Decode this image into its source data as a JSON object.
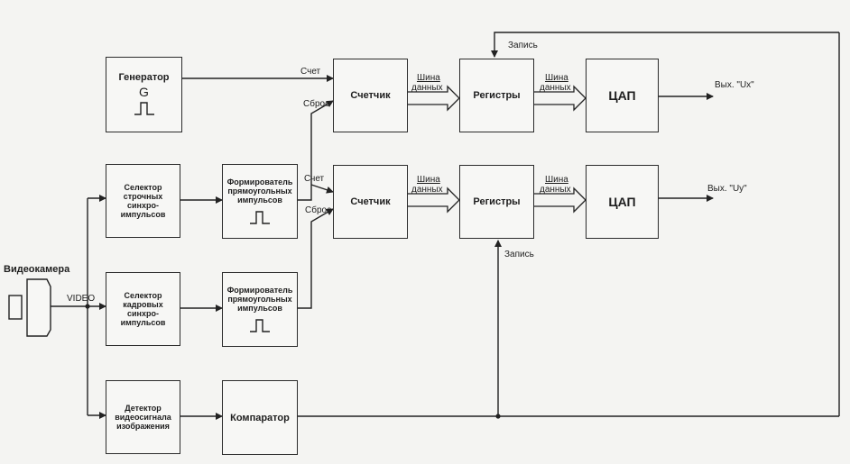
{
  "blocks": {
    "generator": {
      "title": "Генератор",
      "symbol": "G"
    },
    "line_selector": {
      "line1": "Селектор",
      "line2": "строчных",
      "line3": "синхро-",
      "line4": "импульсов"
    },
    "frame_selector": {
      "line1": "Селектор",
      "line2": "кадровых",
      "line3": "синхро-",
      "line4": "импульсов"
    },
    "detector": {
      "line1": "Детектор",
      "line2": "видеосигнала",
      "line3": "изображения"
    },
    "shaper": {
      "line1": "Формирователь",
      "line2": "прямоугольных",
      "line3": "импульсов"
    },
    "comparator": {
      "title": "Компаратор"
    },
    "counter": {
      "title": "Счетчик"
    },
    "registers": {
      "title": "Регистры"
    },
    "dac": {
      "title": "ЦАП"
    }
  },
  "labels": {
    "camera": "Видеокамера",
    "video": "VIDEO",
    "count": "Счет",
    "reset": "Сброс",
    "bus_line1": "Шина",
    "bus_line2": "данных",
    "write": "Запись",
    "out_x": "Вых. \"Ux\"",
    "out_y": "Вых. \"Uy\""
  }
}
